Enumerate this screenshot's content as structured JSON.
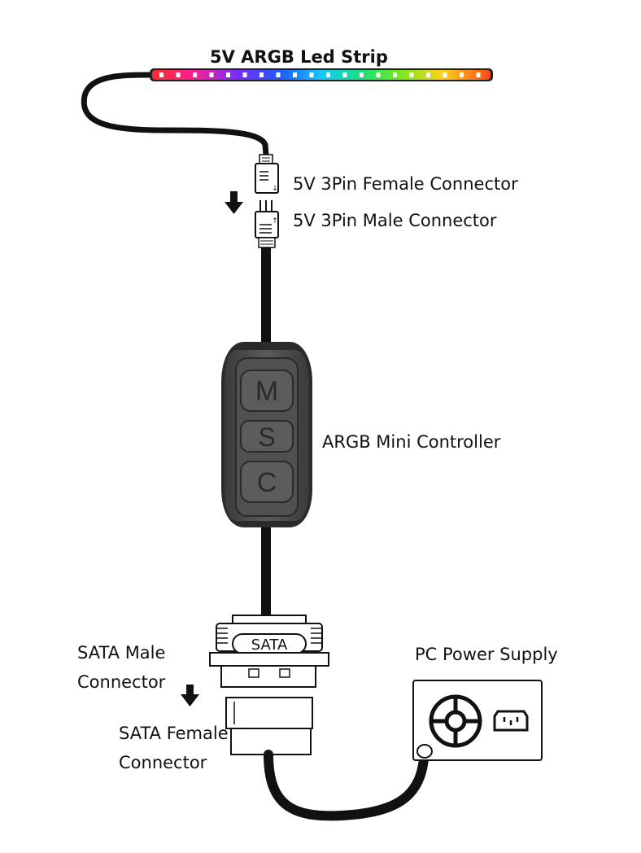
{
  "labels": {
    "strip": "5V ARGB Led Strip",
    "female_connector": "5V 3Pin Female Connector",
    "male_connector": "5V 3Pin Male Connector",
    "controller": "ARGB Mini Controller",
    "sata_male_line1": "SATA Male",
    "sata_male_line2": "Connector",
    "sata_female_line1": "SATA Female",
    "sata_female_line2": "Connector",
    "psu": "PC Power Supply"
  },
  "controller_buttons": [
    "M",
    "S",
    "C"
  ],
  "sata_plug_text": "SATA",
  "icons": {
    "arrow_1": "down-arrow-icon",
    "arrow_2": "down-arrow-icon",
    "fan": "fan-icon",
    "power_socket": "power-socket-icon"
  },
  "colors": {
    "cable": "#111111",
    "controller_body": "#4a4a4a",
    "controller_dark": "#2b2b2b"
  }
}
